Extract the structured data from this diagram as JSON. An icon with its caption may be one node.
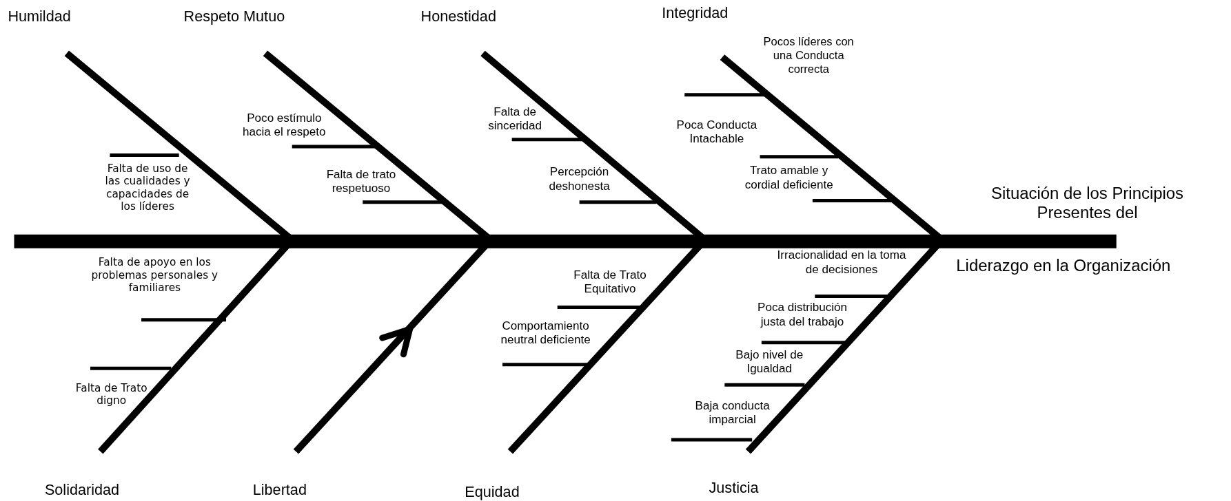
{
  "diagram": {
    "labels": [
      "Humildad",
      "Respeto Mutuo",
      "Honestidad",
      "Integridad",
      "Pocos líderes con una Conducta correcta",
      "Poco estímulo hacia el respeto",
      "Falta de sinceridad",
      "Poca Conducta Intachable",
      "Falta de uso de las cualidades y capacidades de los líderes",
      "Falta de trato respetuoso",
      "Percepción deshonesta",
      "Trato amable y cordial deficiente",
      "Situación de los Principios Presentes del",
      "Falta de apoyo en los problemas personales y familiares",
      "Irracionalidad en la toma de decisiones",
      "Liderazgo en la Organización",
      "Falta de Trato Equitativo",
      "Poca distribución justa del trabajo",
      "Comportamiento neutral deficiente",
      "Bajo nivel de Igualdad",
      "Falta de Trato digno",
      "Baja conducta imparcial",
      "Solidaridad",
      "Libertad",
      "Equidad",
      "Justicia"
    ]
  }
}
